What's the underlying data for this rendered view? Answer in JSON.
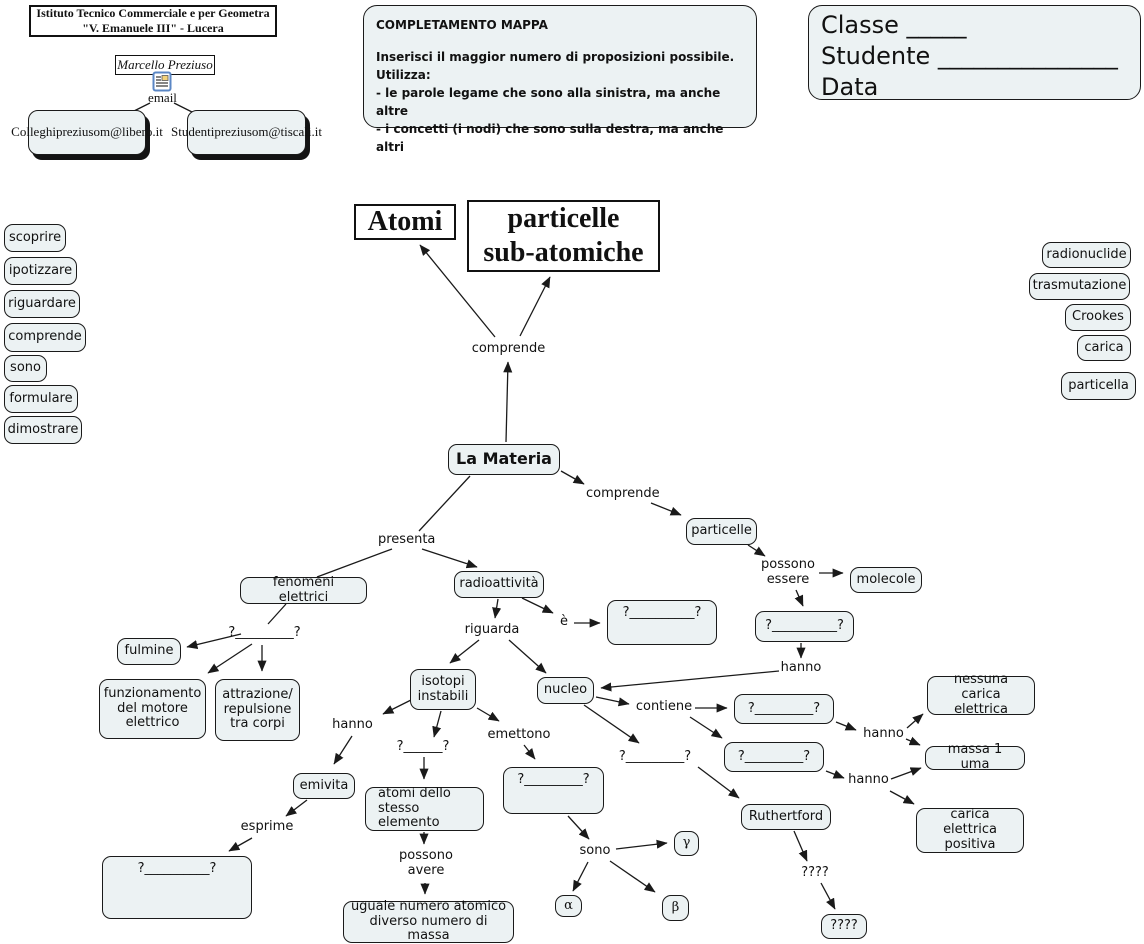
{
  "colors": {
    "bg": "#ffffff",
    "node-fill": "#ecf2f3",
    "line": "#1a1a1a",
    "icon-blue": "#5b87c5"
  },
  "header": {
    "institute_line1": "Istituto Tecnico Commerciale e per Geometra",
    "institute_line2": "\"V. Emanuele III\" - Lucera",
    "author": "Marcello Preziuso",
    "email_label": "email",
    "colleghi": {
      "title": "Colleghi",
      "email": "preziusom@libero.it"
    },
    "studenti": {
      "title": "Studenti",
      "email": "preziusom@tiscali.it"
    }
  },
  "instructions": {
    "title": "COMPLETAMENTO MAPPA",
    "line1": "Inserisci il maggior numero di proposizioni possibile.",
    "line2": "Utilizza:",
    "line3": "- le parole legame che sono alla sinistra, ma anche altre",
    "line4": "- i concetti (i nodi) che sono sulla destra, ma anche altri"
  },
  "student_info": {
    "classe": "Classe _____",
    "studente": "Studente _______________",
    "data": "Data"
  },
  "word_bank_left": [
    "scoprire",
    "ipotizzare",
    "riguardare",
    "comprende",
    "sono",
    "formulare",
    "dimostrare"
  ],
  "word_bank_right": [
    "radionuclide",
    "trasmutazione",
    "Crookes",
    "carica",
    "particella"
  ],
  "map": {
    "nodes": {
      "atomi": "Atomi",
      "particelle_sub": "particelle\nsub-atomiche",
      "la_materia": "La Materia",
      "particelle": "particelle",
      "molecole": "molecole",
      "fenomeni_elettrici": "fenomeni elettrici",
      "radioattivita": "radioattività",
      "fulmine": "fulmine",
      "motore": "funzionamento\ndel motore\nelettrico",
      "attrazione": "attrazione/\nrepulsione\ntra corpi",
      "isotopi": "isotopi\ninstabili",
      "nucleo": "nucleo",
      "emivita": "emivita",
      "atomi_stesso": "atomi dello\nstesso elemento",
      "uguale_numero": "uguale numero atomico\ndiverso numero di massa",
      "nessuna_carica": "nessuna\ncarica elettrica",
      "massa_uma": "massa 1 uma",
      "carica_positiva": "carica elettrica\npositiva",
      "ruthertford": "Ruthertford",
      "alpha": "α",
      "beta": "β",
      "gamma": "γ",
      "blank_a": "?__________?",
      "blank_b": "?__________?",
      "blank_e": "?__________?",
      "blank_f": "?_________?",
      "blank_h": "?_________?",
      "blank_i": "?_________?",
      "blank_final": "????"
    },
    "links": {
      "comprende_top": "comprende",
      "comprende_right": "comprende",
      "presenta": "presenta",
      "possono_essere": "possono\nessere",
      "hanno_a": "hanno",
      "hanno_b": "hanno",
      "hanno_c": "hanno",
      "hanno_d": "hanno",
      "e": "è",
      "riguarda": "riguarda",
      "contiene": "contiene",
      "emettono": "emettono",
      "esprime": "esprime",
      "possono_avere": "possono\navere",
      "sono": "sono",
      "blank_c": "?_________?",
      "blank_d": "?______?",
      "blank_g": "?_________?",
      "unknown": "????"
    }
  }
}
